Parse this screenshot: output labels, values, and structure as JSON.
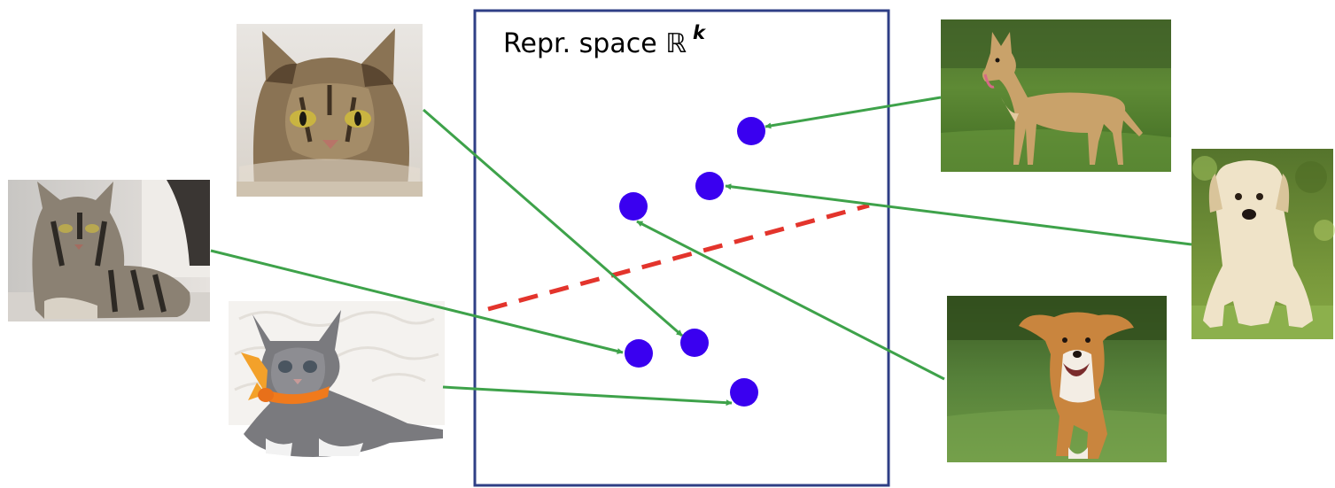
{
  "title": {
    "prefix": "Repr. space ",
    "symbol": "ℝ",
    "exponent": "k"
  },
  "colors": {
    "frame": "#2f3f86",
    "arrow": "#3ea24a",
    "point": "#3a00f0",
    "boundary": "#e3342c"
  },
  "images": [
    {
      "name": "cat-photo-tabby-closeup",
      "subject": "cat"
    },
    {
      "name": "cat-photo-lying-tabby",
      "subject": "cat"
    },
    {
      "name": "cat-photo-kitten-bow",
      "subject": "cat"
    },
    {
      "name": "dog-photo-standing-tan",
      "subject": "dog"
    },
    {
      "name": "dog-photo-labrador-puppy",
      "subject": "dog"
    },
    {
      "name": "dog-photo-running-beagle",
      "subject": "dog"
    }
  ],
  "mappings": [
    {
      "from": "cat-photo-tabby-closeup",
      "to": "point-cat-a"
    },
    {
      "from": "cat-photo-lying-tabby",
      "to": "point-cat-b"
    },
    {
      "from": "cat-photo-kitten-bow",
      "to": "point-cat-c"
    },
    {
      "from": "dog-photo-standing-tan",
      "to": "point-dog-a"
    },
    {
      "from": "dog-photo-labrador-puppy",
      "to": "point-dog-b"
    },
    {
      "from": "dog-photo-running-beagle",
      "to": "point-dog-c"
    }
  ]
}
